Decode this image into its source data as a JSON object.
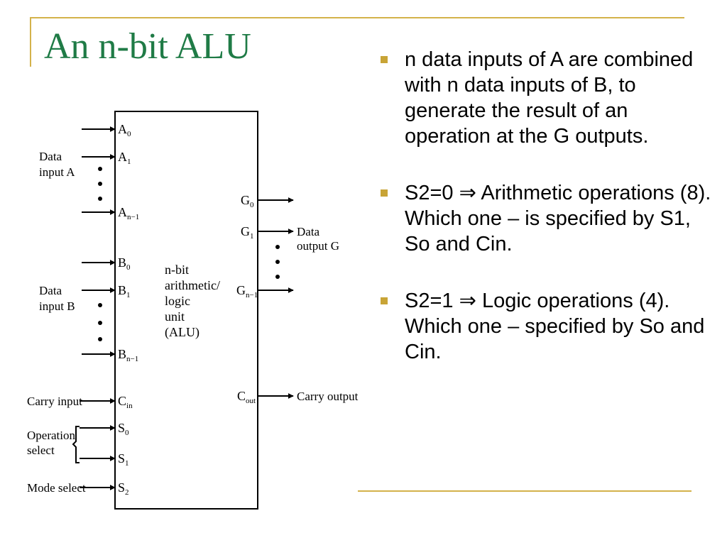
{
  "slide": {
    "title": "An n-bit ALU",
    "bullets": [
      "n data inputs of A are combined with n data inputs of B, to generate the result of an operation at the G outputs.",
      "S2=0  ⇒ Arithmetic operations (8). Which one – is specified by S1, So and Cin.",
      "S2=1 ⇒ Logic operations (4). Which one – specified by So and Cin."
    ],
    "colors": {
      "title": "#1f7b46",
      "accent": "#d4b24b",
      "bullet": "#c8a436"
    }
  },
  "diagram": {
    "center_label": [
      "n-bit",
      "arithmetic/",
      "logic",
      "unit",
      "(ALU)"
    ],
    "input_a_label": [
      "Data",
      "input A"
    ],
    "input_b_label": [
      "Data",
      "input B"
    ],
    "output_g_label": [
      "Data",
      "output G"
    ],
    "carry_input_label": "Carry input",
    "operation_select_label": [
      "Operation",
      "select"
    ],
    "mode_select_label": "Mode select",
    "carry_output_label": "Carry output",
    "inputs": {
      "a0": {
        "base": "A",
        "sub": "0"
      },
      "a1": {
        "base": "A",
        "sub": "1"
      },
      "an1": {
        "base": "A",
        "sub": "n−1"
      },
      "b0": {
        "base": "B",
        "sub": "0"
      },
      "b1": {
        "base": "B",
        "sub": "1"
      },
      "bn1": {
        "base": "B",
        "sub": "n−1"
      },
      "cin": {
        "base": "C",
        "sub": "in"
      },
      "s0": {
        "base": "S",
        "sub": "0"
      },
      "s1": {
        "base": "S",
        "sub": "1"
      },
      "s2": {
        "base": "S",
        "sub": "2"
      }
    },
    "outputs": {
      "g0": {
        "base": "G",
        "sub": "0"
      },
      "g1": {
        "base": "G",
        "sub": "1"
      },
      "gn1": {
        "base": "G",
        "sub": "n−1"
      },
      "cout": {
        "base": "C",
        "sub": "out"
      }
    }
  }
}
